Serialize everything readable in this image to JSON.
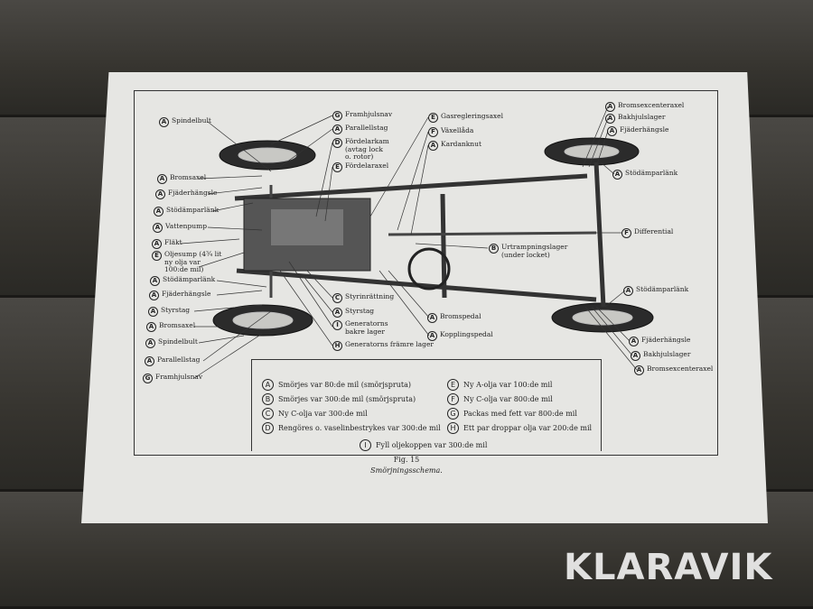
{
  "labels": [
    {
      "k": "A",
      "t": "Spindelbult"
    },
    {
      "k": "G",
      "t": "Framhjulsnav"
    },
    {
      "k": "A",
      "t": "Parallellstag"
    },
    {
      "k": "D",
      "t": "Fördelarkam\n(avtag lock\no. rotor)"
    },
    {
      "k": "E",
      "t": "Fördelaraxel"
    },
    {
      "k": "A",
      "t": "Bromsaxel"
    },
    {
      "k": "A",
      "t": "Fjäderhängsle"
    },
    {
      "k": "A",
      "t": "Stödämparlänk"
    },
    {
      "k": "A",
      "t": "Vattenpump"
    },
    {
      "k": "A",
      "t": "Fläkt"
    },
    {
      "k": "E",
      "t": "Oljesump (4¾ lit\nny olja var\n100:de mil)"
    },
    {
      "k": "A",
      "t": "Stödämparlänk"
    },
    {
      "k": "A",
      "t": "Fjäderhängsle"
    },
    {
      "k": "A",
      "t": "Styrstag"
    },
    {
      "k": "A",
      "t": "Bromsaxel"
    },
    {
      "k": "A",
      "t": "Spindelbult"
    },
    {
      "k": "A",
      "t": "Parallellstag"
    },
    {
      "k": "G",
      "t": "Framhjulsnav"
    },
    {
      "k": "C",
      "t": "Styrinrättning"
    },
    {
      "k": "A",
      "t": "Styrstag"
    },
    {
      "k": "I",
      "t": "Generatorns\nbakre lager"
    },
    {
      "k": "H",
      "t": "Generatorns främre lager"
    },
    {
      "k": "E",
      "t": "Gasregleringsaxel"
    },
    {
      "k": "F",
      "t": "Växellåda"
    },
    {
      "k": "A",
      "t": "Kardanknut"
    },
    {
      "k": "A",
      "t": "Bromsexcenteraxel"
    },
    {
      "k": "A",
      "t": "Bakhjulslager"
    },
    {
      "k": "A",
      "t": "Fjäderhängsle"
    },
    {
      "k": "A",
      "t": "Stödämparlänk"
    },
    {
      "k": "F",
      "t": "Differential"
    },
    {
      "k": "B",
      "t": "Urtrampningslager\n(under locket)"
    },
    {
      "k": "A",
      "t": "Stödämparlänk"
    },
    {
      "k": "A",
      "t": "Bromspedal"
    },
    {
      "k": "A",
      "t": "Kopplingspedal"
    },
    {
      "k": "A",
      "t": "Fjäderhängsle"
    },
    {
      "k": "A",
      "t": "Bakhjulslager"
    },
    {
      "k": "A",
      "t": "Bromsexcenteraxel"
    }
  ],
  "legend": [
    {
      "k": "A",
      "t": "Smörjes var 80:de mil (smörjspruta)"
    },
    {
      "k": "B",
      "t": "Smörjes var 300:de mil (smörjspruta)"
    },
    {
      "k": "C",
      "t": "Ny C-olja var 300:de mil"
    },
    {
      "k": "D",
      "t": "Rengöres o. vaselinbestrykes var 300:de mil"
    },
    {
      "k": "E",
      "t": "Ny A-olja var 100:de mil"
    },
    {
      "k": "F",
      "t": "Ny C-olja var 800:de mil"
    },
    {
      "k": "G",
      "t": "Packas med fett var 800:de mil"
    },
    {
      "k": "H",
      "t": "Ett par droppar olja var 200:de mil"
    },
    {
      "k": "I",
      "t": "Fyll oljekoppen var 300:de mil"
    }
  ],
  "caption": {
    "fig": "Fig. 15",
    "title": "Smörjningsschema."
  },
  "watermark": "KLARAVIK"
}
